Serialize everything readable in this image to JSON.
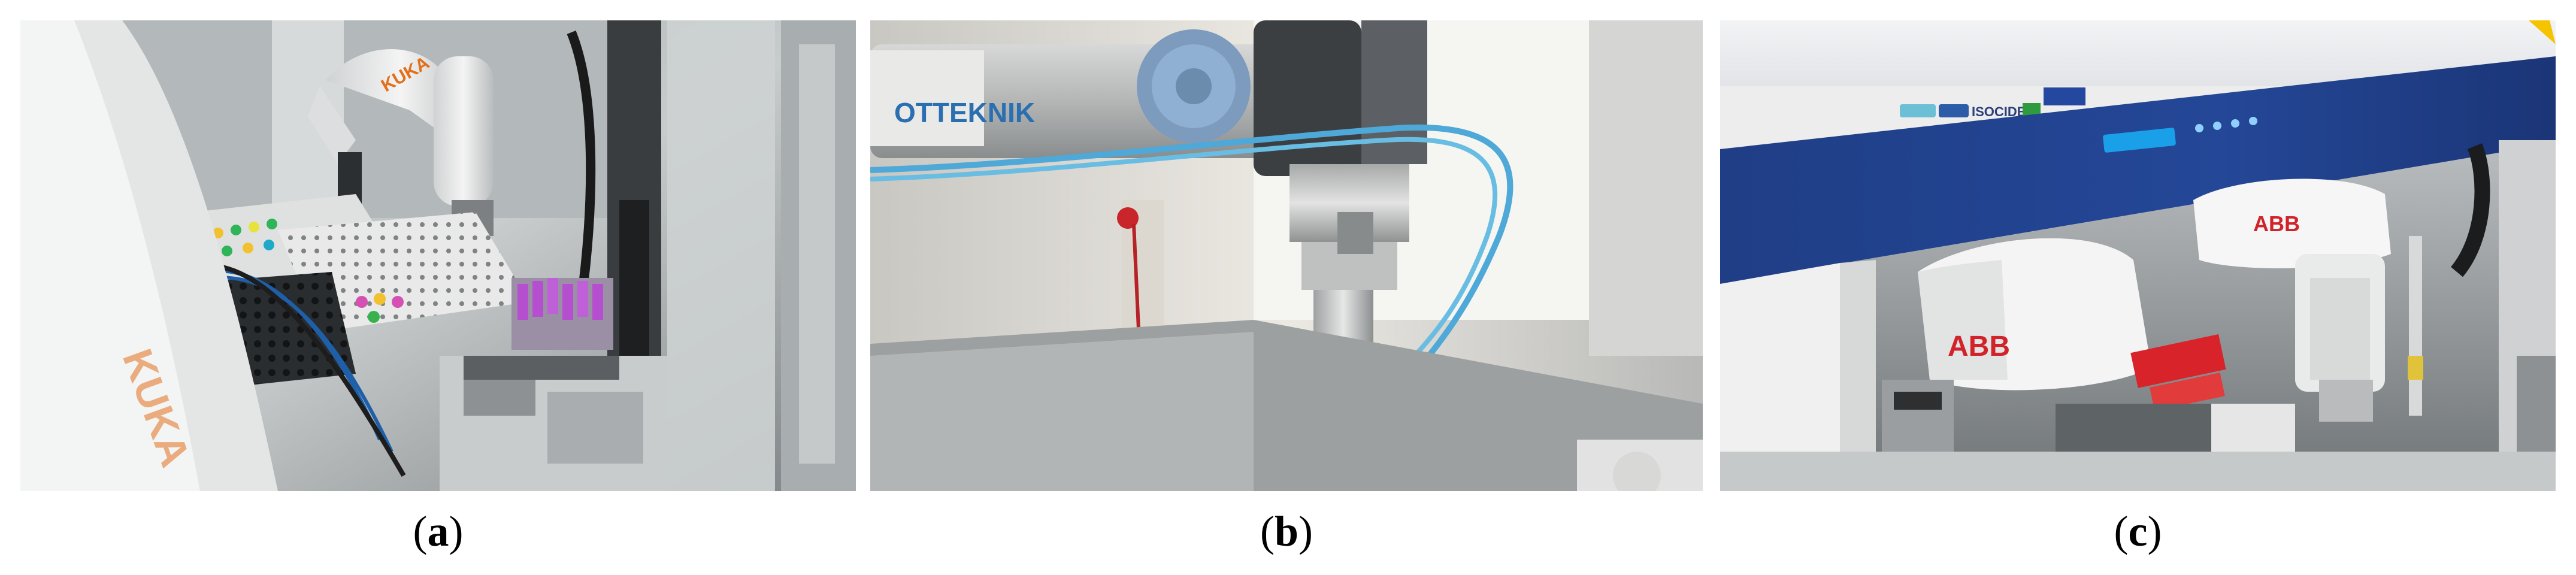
{
  "panels": [
    {
      "id": "a",
      "caption_open": "(",
      "caption_letter": "a",
      "caption_close": ")",
      "photo_text": [
        "KUKA",
        "KUKA"
      ]
    },
    {
      "id": "b",
      "caption_open": "(",
      "caption_letter": "b",
      "caption_close": ")",
      "photo_text": [
        "OTTEKNIK"
      ]
    },
    {
      "id": "c",
      "caption_open": "(",
      "caption_letter": "c",
      "caption_close": ")",
      "photo_text": [
        "ABB",
        "ABB",
        "ISOCIDE"
      ]
    }
  ]
}
